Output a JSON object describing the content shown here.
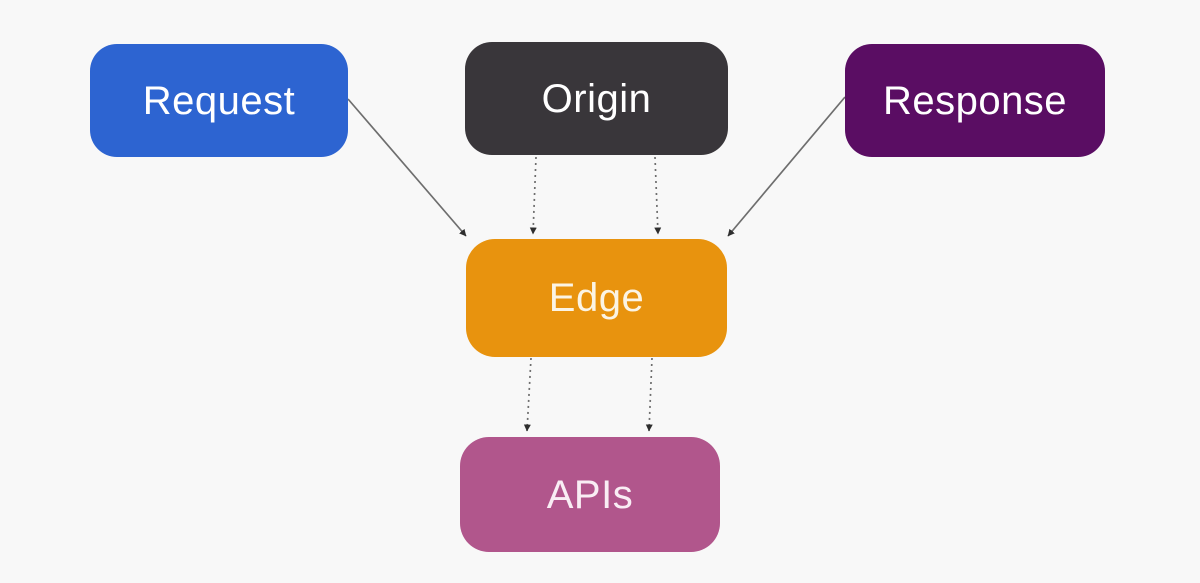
{
  "diagram": {
    "background_color": "#f8f8f8",
    "connector_color": "#6e6e6e",
    "arrowhead_color": "#2e2e2e",
    "nodes": [
      {
        "id": "request",
        "label": "Request",
        "fill": "#2d64d1",
        "text_color": "#ffffff"
      },
      {
        "id": "origin",
        "label": "Origin",
        "fill": "#39363a",
        "text_color": "#ffffff"
      },
      {
        "id": "response",
        "label": "Response",
        "fill": "#5a0d63",
        "text_color": "#ffffff"
      },
      {
        "id": "edge",
        "label": "Edge",
        "fill": "#e8930e",
        "text_color": "#fbf4e4"
      },
      {
        "id": "apis",
        "label": "APIs",
        "fill": "#b1568c",
        "text_color": "#f9edf4"
      }
    ],
    "connections": [
      {
        "from": "request",
        "to": "edge",
        "style": "solid",
        "arrow_at": "edge"
      },
      {
        "from": "response",
        "to": "edge",
        "style": "solid",
        "arrow_at": "edge"
      },
      {
        "from": "origin",
        "to": "edge",
        "style": "dotted",
        "arrow_at": "edge",
        "lane": "left"
      },
      {
        "from": "origin",
        "to": "edge",
        "style": "dotted",
        "arrow_at": "edge",
        "lane": "right"
      },
      {
        "from": "edge",
        "to": "apis",
        "style": "dotted",
        "arrow_at": "apis",
        "lane": "left"
      },
      {
        "from": "edge",
        "to": "apis",
        "style": "dotted",
        "arrow_at": "apis",
        "lane": "right"
      }
    ]
  }
}
